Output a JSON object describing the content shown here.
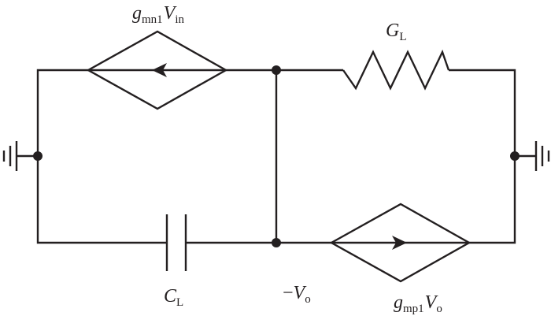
{
  "diagram": {
    "type": "small-signal equivalent circuit",
    "stroke_color": "#231f20",
    "labels": {
      "gmn1_main": "g",
      "gmn1_sub": "mn1",
      "gmn1_var": "V",
      "gmn1_var_sub": "in",
      "gl_main": "G",
      "gl_sub": "L",
      "cl_main": "C",
      "cl_sub": "L",
      "vo_prefix": "−",
      "vo_main": "V",
      "vo_sub": "o",
      "gmp1_main": "g",
      "gmp1_sub": "mp1",
      "gmp1_var": "V",
      "gmp1_var_sub": "o"
    },
    "components": [
      {
        "id": "dependent-current-source-top",
        "kind": "diamond current source",
        "direction": "left"
      },
      {
        "id": "conductance-GL",
        "kind": "resistor"
      },
      {
        "id": "capacitor-CL",
        "kind": "capacitor"
      },
      {
        "id": "dependent-current-source-bottom",
        "kind": "diamond current source",
        "direction": "right"
      },
      {
        "id": "ground-left",
        "kind": "ground"
      },
      {
        "id": "ground-right",
        "kind": "ground"
      }
    ]
  }
}
